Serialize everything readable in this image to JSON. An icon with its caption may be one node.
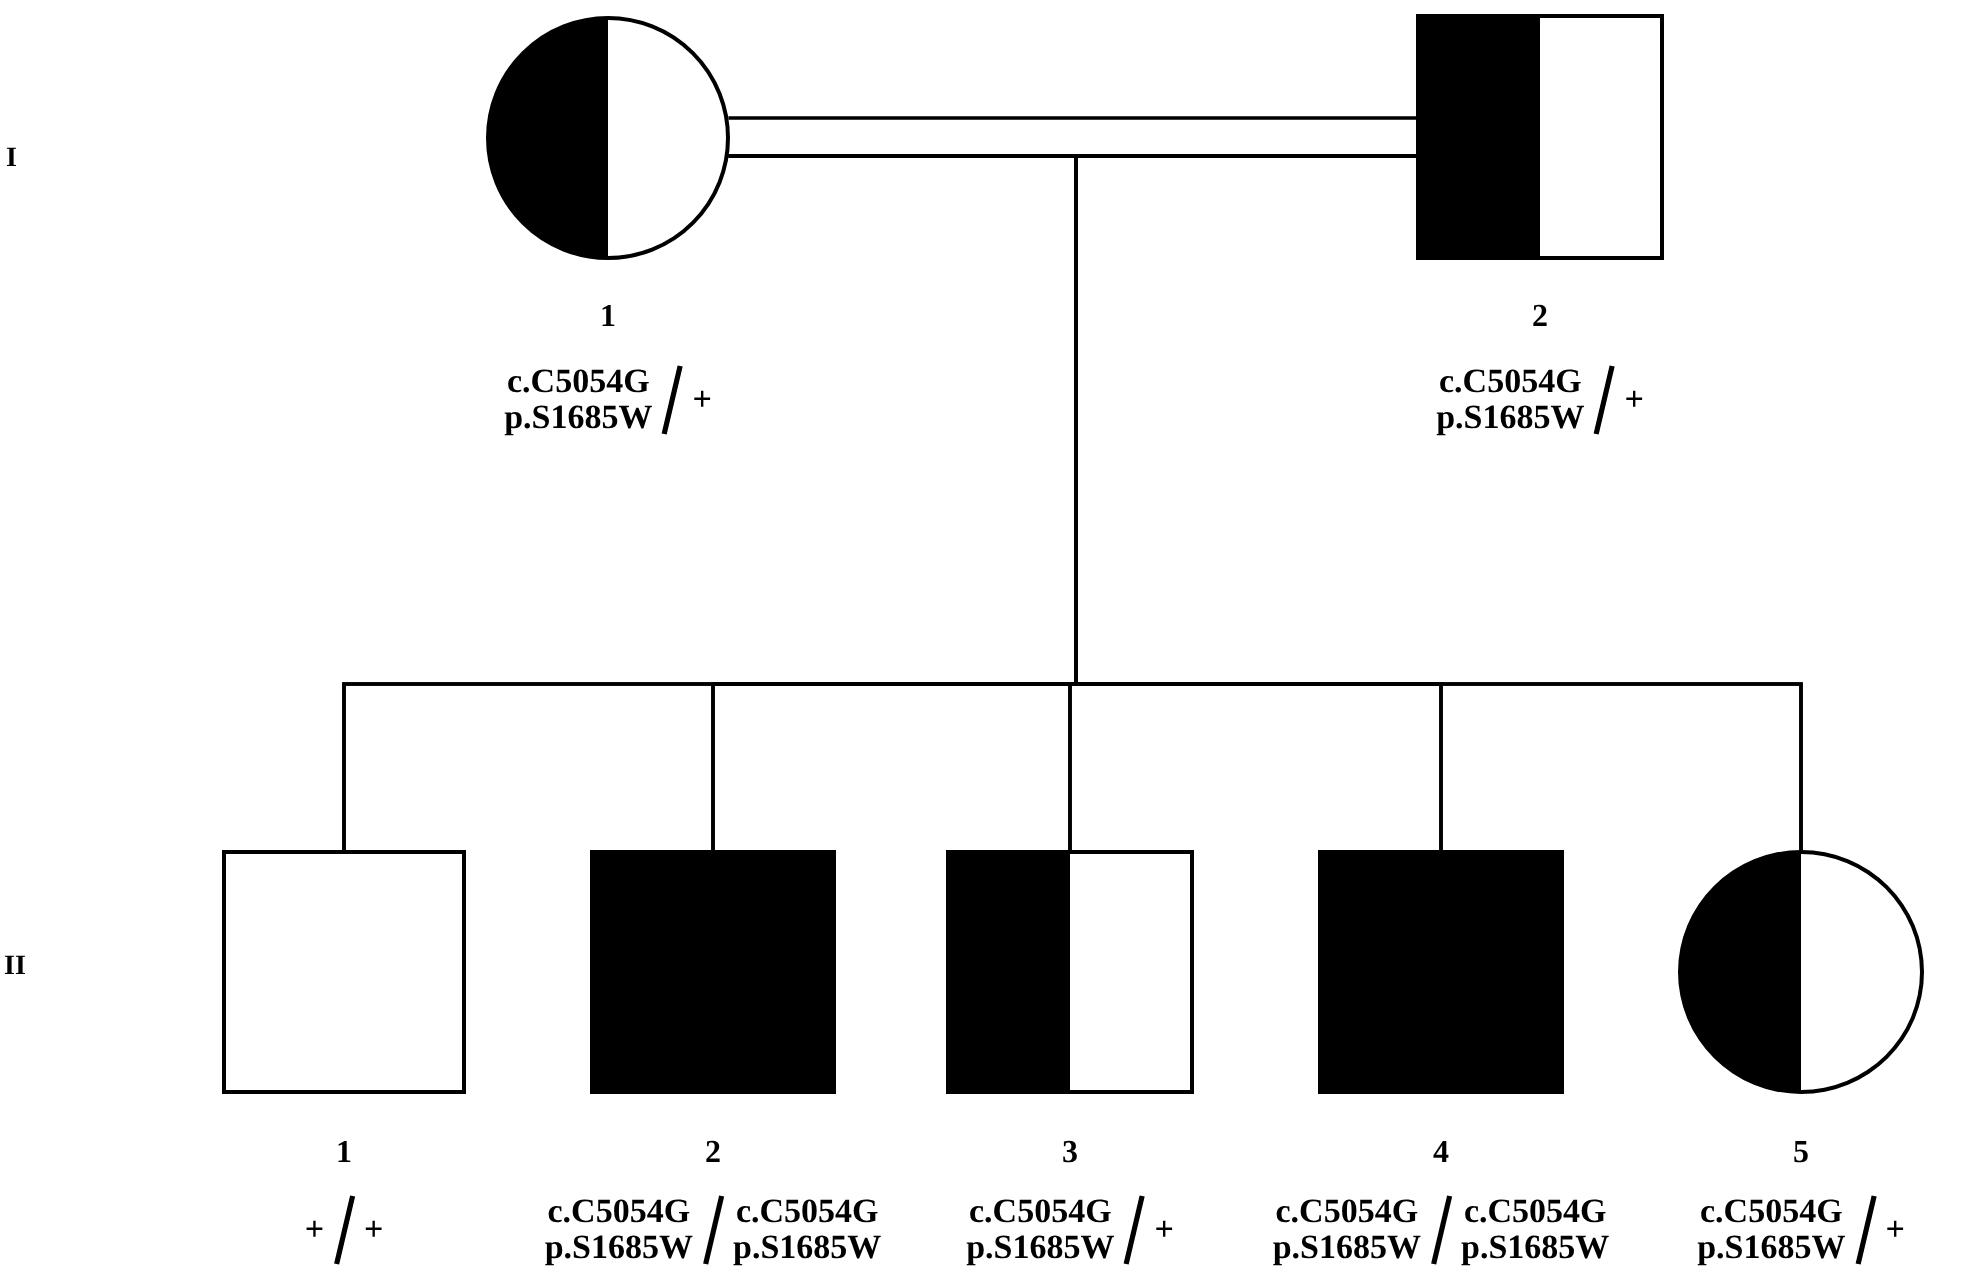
{
  "diagram": {
    "nodes": [
      {
        "text": [],
        "shape": "circle",
        "beside": [
          "1",
          "c.C5054G p.S1685W",
          "+"
        ]
      },
      {
        "text": [],
        "shape": "box",
        "beside": [
          "2",
          "c.C5054G p.S1685W",
          "+"
        ]
      },
      {
        "text": [],
        "shape": "box",
        "beside": [
          "1",
          "+",
          "+"
        ]
      },
      {
        "text": [],
        "shape": "box",
        "beside": [
          "2",
          "c.C5054G p.S1685W",
          "c.C5054G p.S1685W"
        ]
      },
      {
        "text": [],
        "shape": "box",
        "beside": [
          "3",
          "c.C5054G p.S1685W",
          "+"
        ]
      },
      {
        "text": [],
        "shape": "box",
        "beside": [
          "4",
          "c.C5054G p.S1685W",
          "c.C5054G p.S1685W"
        ]
      },
      {
        "text": [],
        "shape": "circle",
        "beside": [
          "5",
          "c.C5054G p.S1685W",
          "+"
        ]
      }
    ],
    "edges": [
      {
        "from": 0,
        "to": 1,
        "arrow": "none"
      },
      {
        "from": 0,
        "to": 2,
        "arrow": "none"
      },
      {
        "from": 0,
        "to": 3,
        "arrow": "none"
      },
      {
        "from": 0,
        "to": 4,
        "arrow": "none"
      },
      {
        "from": 0,
        "to": 5,
        "arrow": "none"
      },
      {
        "from": 0,
        "to": 6,
        "arrow": "none"
      },
      {
        "from": 1,
        "to": 2,
        "arrow": "none"
      },
      {
        "from": 1,
        "to": 3,
        "arrow": "none"
      },
      {
        "from": 1,
        "to": 4,
        "arrow": "none"
      },
      {
        "from": 1,
        "to": 5,
        "arrow": "none"
      },
      {
        "from": 1,
        "to": 6,
        "arrow": "none"
      }
    ],
    "labels": [
      "I",
      "II"
    ]
  }
}
